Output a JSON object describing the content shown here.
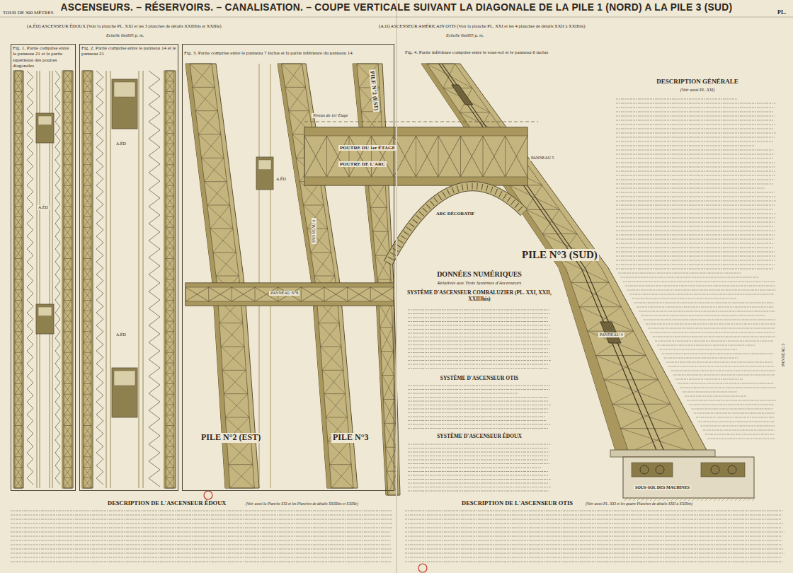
{
  "diagram": {
    "title": "ASCENSEURS. – RÉSERVOIRS. – CANALISATION. – COUPE VERTICALE SUIVANT LA DIAGONALE DE LA PILE 1 (NORD) A LA PILE 3 (SUD)",
    "nodes": [
      {
        "text": [
          "Fig. 1. Partie comprise entre le panneau 21 et la partie supérieure des poutres diagonales"
        ]
      },
      {
        "text": [
          "Fig. 2. Partie comprise entre le panneau 14 et le panneau 21"
        ]
      },
      {
        "text": [
          "Fig. 3. Partie comprise entre le panneau 7 inclus et la partie inférieure du panneau 14"
        ]
      },
      {
        "text": [
          "Fig. 4. Partie inférieure comprise entre le sous-sol et le panneau 6 inclus"
        ]
      }
    ],
    "edges": [],
    "labels": [
      "TOUR DE 300 MÈTRES",
      "(A.ÉD) ASCENSEUR ÉDOUX (Voir la planche PL. XXI et les 3 planches de détails XXIIIbis et XXIIIe)",
      "Echelle 0m005 p. m.",
      "(A.O) ASCENSEUR AMÉRICAIN OTIS (Voir la planche PL. XXI et les 4 planches de détails XXII à XXIIbis)",
      "Echelle 0m005 p. m.",
      "PL.",
      "A.ÉD",
      "A.ÉD",
      "A.ÉD",
      "A.ÉD",
      "PANNEAU N°8",
      "PILE N°2 (EST)",
      "PILE N°3",
      "Niveau du 1er Étage",
      "POUTRE DU 1er ÉTAGE",
      "POUTRE DE L'ARC",
      "ARC DÉCORATIF",
      "PILE N°2 (EST)",
      "PILE N°3 (SUD)",
      "PANNEAU 6",
      "PANNEAU 5",
      "PANNEAU 4",
      "PANNEAU 3",
      "SOUS-SOL DES MACHINES",
      "DESCRIPTION GÉNÉRALE",
      "(Voir aussi PL. XXI)",
      "DONNÉES NUMÉRIQUES",
      "Relatives aux Trois Systèmes d'Ascenseurs",
      "SYSTÈME D'ASCENSEUR COMBALUZIER (PL. XXI, XXII, XXIIIbis)",
      "SYSTÈME D'ASCENSEUR OTIS",
      "SYSTÈME D'ASCENSEUR ÉDOUX",
      "DESCRIPTION DE L'ASCENSEUR ÉDOUX",
      "(Voir aussi la Planche XXI et les Planches de détails XXIIIbis et XXIIIe)",
      "DESCRIPTION DE L'ASCENSEUR OTIS",
      "(Voir aussi PL. XXI et les quatre Planches de détails XXII à XXIIbis)"
    ]
  }
}
